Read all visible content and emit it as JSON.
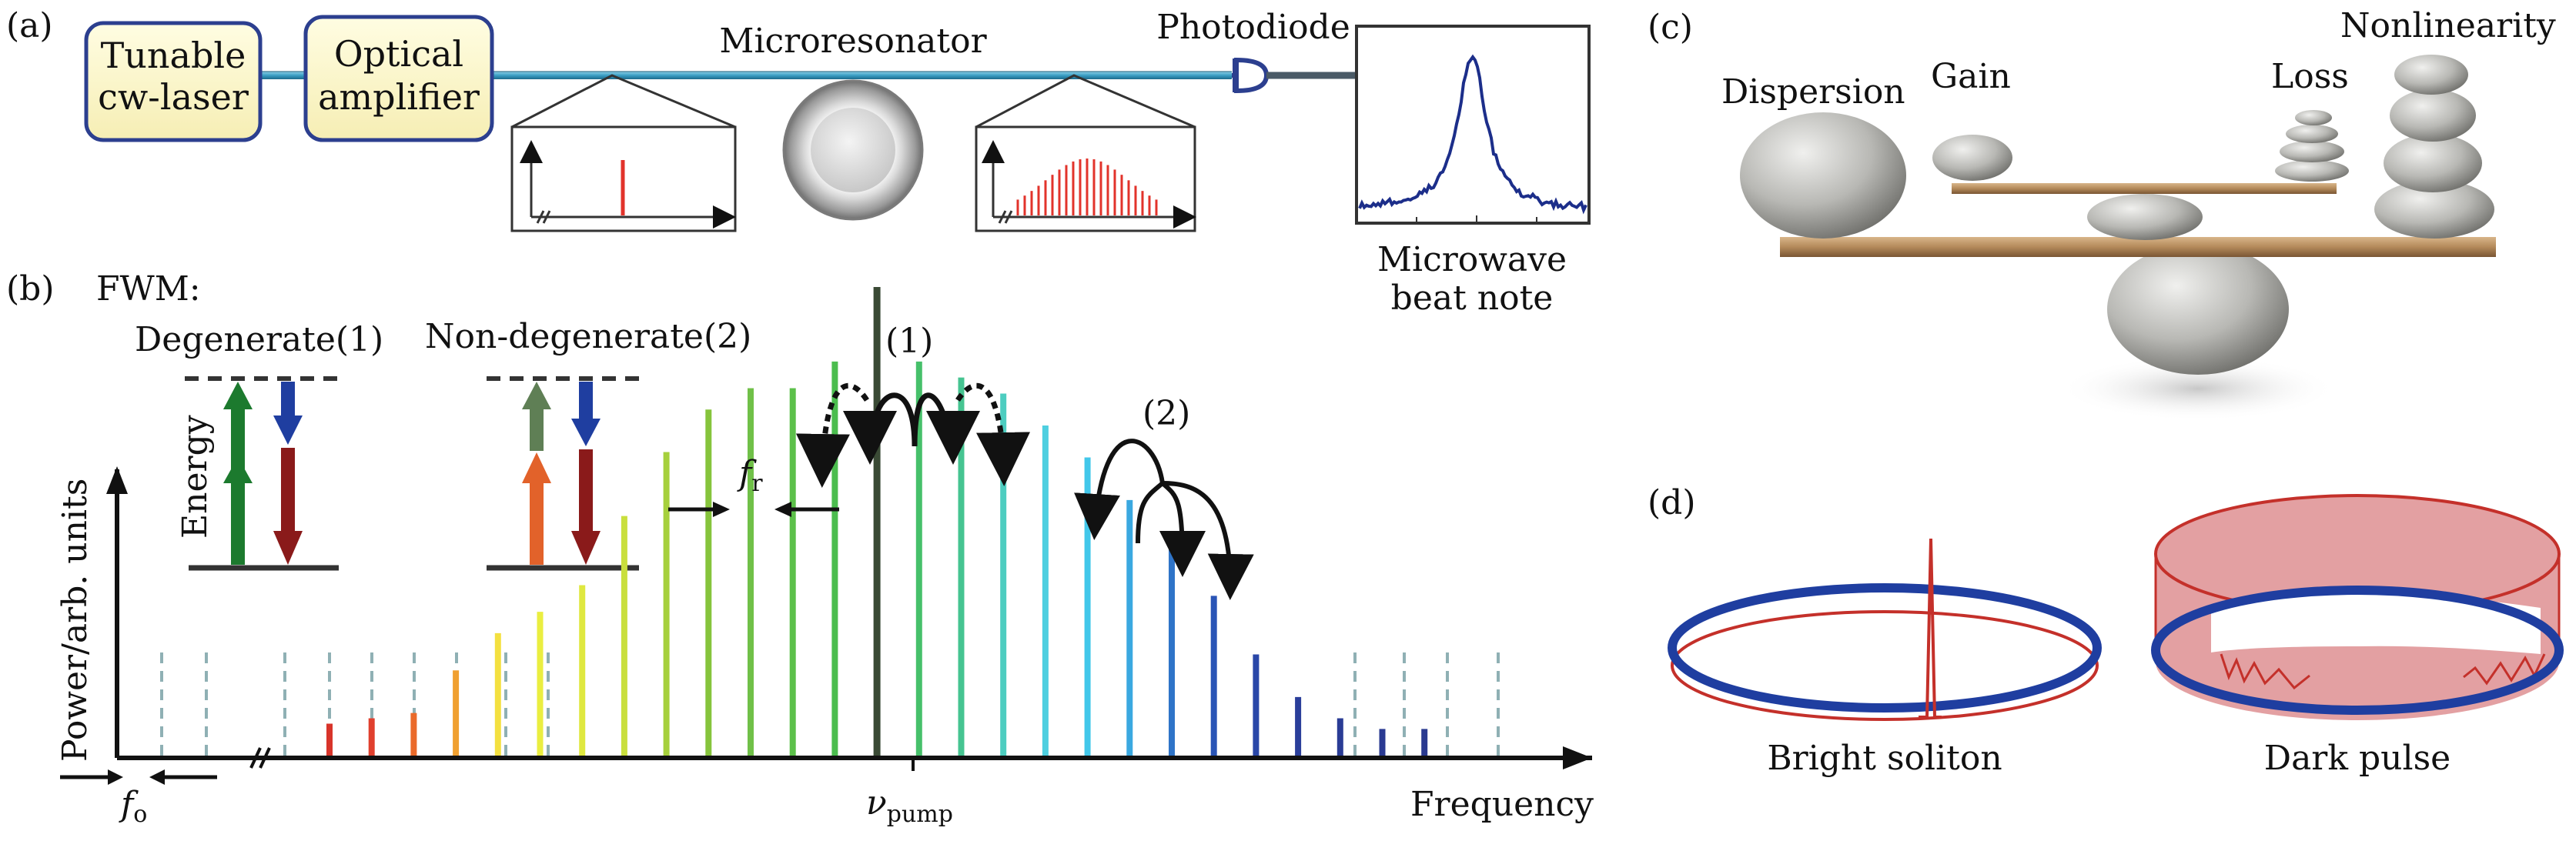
{
  "panels": {
    "a": "(a)",
    "b": "(b)",
    "c": "(c)",
    "d": "(d)"
  },
  "panel_a": {
    "laser_line1": "Tunable",
    "laser_line2": "cw-laser",
    "amp_line1": "Optical",
    "amp_line2": "amplifier",
    "microresonator": "Microresonator",
    "photodiode": "Photodiode",
    "beat_line1": "Microwave",
    "beat_line2": "beat note"
  },
  "panel_b": {
    "fwm": "FWM:",
    "degenerate": "Degenerate(1)",
    "nondegenerate": "Non-degenerate(2)",
    "energy": "Energy",
    "ylabel": "Power/arb. units",
    "xlabel": "Frequency",
    "pump_main": "ν",
    "pump_sub": "pump",
    "fr_main": "f",
    "fr_sub": "r",
    "fo_main": "f",
    "fo_sub": "o",
    "label1": "(1)",
    "label2": "(2)"
  },
  "panel_c": {
    "dispersion": "Dispersion",
    "gain": "Gain",
    "loss": "Loss",
    "nonlinearity": "Nonlinearity"
  },
  "panel_d": {
    "bright": "Bright soliton",
    "dark": "Dark pulse"
  },
  "chart_data": {
    "type": "bar",
    "xlabel": "Frequency",
    "ylabel": "Power/arb. units",
    "comb_lines": [
      {
        "color": "#d8342a",
        "value": 0.06
      },
      {
        "color": "#e0402e",
        "value": 0.07
      },
      {
        "color": "#ea6a2a",
        "value": 0.08
      },
      {
        "color": "#f0a030",
        "value": 0.16
      },
      {
        "color": "#f4e040",
        "value": 0.23
      },
      {
        "color": "#eaee40",
        "value": 0.27
      },
      {
        "color": "#dfe840",
        "value": 0.32
      },
      {
        "color": "#c9df3e",
        "value": 0.45
      },
      {
        "color": "#a6d03c",
        "value": 0.57
      },
      {
        "color": "#86c43c",
        "value": 0.65
      },
      {
        "color": "#70c048",
        "value": 0.69
      },
      {
        "color": "#5cc04a",
        "value": 0.69
      },
      {
        "color": "#4bbd4e",
        "value": 0.74
      },
      {
        "color": "#3a4a35",
        "value": 0.88
      },
      {
        "color": "#46c06a",
        "value": 0.74
      },
      {
        "color": "#46c491",
        "value": 0.71
      },
      {
        "color": "#4dcdc0",
        "value": 0.68
      },
      {
        "color": "#4ecfe0",
        "value": 0.62
      },
      {
        "color": "#42c7ea",
        "value": 0.56
      },
      {
        "color": "#3aa8e0",
        "value": 0.48
      },
      {
        "color": "#2f74c8",
        "value": 0.4
      },
      {
        "color": "#2a55b6",
        "value": 0.3
      },
      {
        "color": "#2a47a8",
        "value": 0.19
      },
      {
        "color": "#2a3e9a",
        "value": 0.11
      },
      {
        "color": "#2a3c95",
        "value": 0.07
      },
      {
        "color": "#2a3a92",
        "value": 0.05
      },
      {
        "color": "#2a3a90",
        "value": 0.05
      }
    ]
  }
}
